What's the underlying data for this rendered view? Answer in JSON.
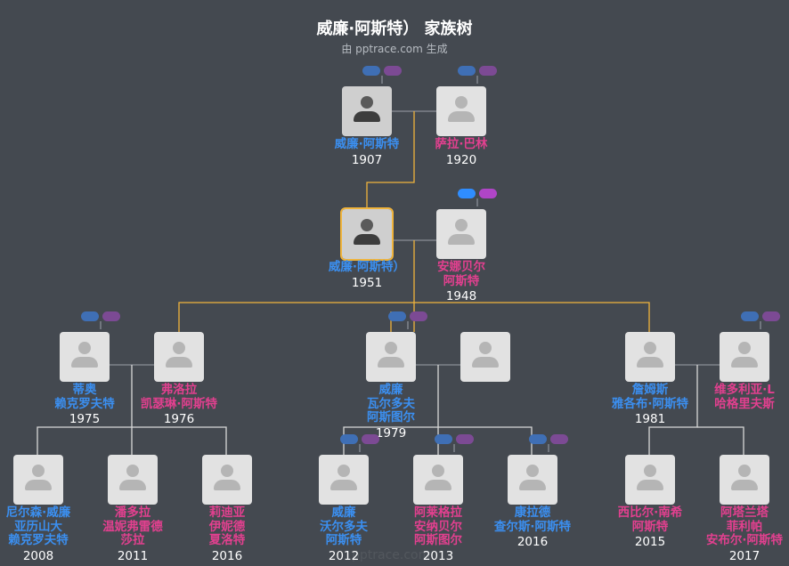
{
  "title": "威廉·阿斯特） 家族树",
  "subtitle": "由 pptrace.com 生成",
  "people": [
    {
      "id": "p1",
      "gender": "m",
      "name": [
        "威廉·阿斯特"
      ],
      "year": "1907",
      "photo": "portrait-photo"
    },
    {
      "id": "p2",
      "gender": "f",
      "name": [
        "萨拉·巴林"
      ],
      "year": "1920"
    },
    {
      "id": "p3",
      "gender": "m",
      "name": [
        "威廉·阿斯特）"
      ],
      "year": "1951",
      "photo": "portrait-photo",
      "selected": true
    },
    {
      "id": "p4",
      "gender": "f",
      "name": [
        "安娜贝尔",
        "阿斯特"
      ],
      "year": "1948"
    },
    {
      "id": "p5",
      "gender": "m",
      "name": [
        "蒂奥",
        "赖克罗夫特"
      ],
      "year": "1975"
    },
    {
      "id": "p6",
      "gender": "f",
      "name": [
        "弗洛拉",
        "凯瑟琳·阿斯特"
      ],
      "year": "1976"
    },
    {
      "id": "p7",
      "gender": "m",
      "name": [
        "威廉",
        "瓦尔多夫",
        "阿斯图尔"
      ],
      "year": "1979"
    },
    {
      "id": "p8",
      "gender": "m",
      "name": [],
      "year": ""
    },
    {
      "id": "p9",
      "gender": "m",
      "name": [
        "詹姆斯",
        "雅各布·阿斯特"
      ],
      "year": "1981"
    },
    {
      "id": "p10",
      "gender": "f",
      "name": [
        "维多利亚·L",
        "哈格里夫斯"
      ],
      "year": ""
    },
    {
      "id": "p11",
      "gender": "m",
      "name": [
        "尼尔森·威廉",
        "亚历山大",
        "赖克罗夫特"
      ],
      "year": "2008"
    },
    {
      "id": "p12",
      "gender": "f",
      "name": [
        "潘多拉",
        "温妮弗雷德",
        "莎拉"
      ],
      "year": "2011"
    },
    {
      "id": "p13",
      "gender": "f",
      "name": [
        "莉迪亚",
        "伊妮德",
        "夏洛特"
      ],
      "year": "2016"
    },
    {
      "id": "p14",
      "gender": "m",
      "name": [
        "威廉",
        "沃尔多夫",
        "阿斯特"
      ],
      "year": "2012"
    },
    {
      "id": "p15",
      "gender": "f",
      "name": [
        "阿莱格拉",
        "安纳贝尔",
        "阿斯图尔"
      ],
      "year": "2013"
    },
    {
      "id": "p16",
      "gender": "m",
      "name": [
        "康拉德",
        "查尔斯·阿斯特"
      ],
      "year": "2016"
    },
    {
      "id": "p17",
      "gender": "f",
      "name": [
        "西比尔·南希",
        "阿斯特"
      ],
      "year": "2015"
    },
    {
      "id": "p18",
      "gender": "f",
      "name": [
        "阿塔兰塔",
        "菲利帕",
        "安布尔·阿斯特"
      ],
      "year": "2017"
    }
  ],
  "watermark": "pptrace.com",
  "colors": {
    "background": "#444950",
    "male": "#3b8ff0",
    "female": "#e2408f",
    "line": "#f0b43c",
    "link": "#d8d8d8"
  }
}
